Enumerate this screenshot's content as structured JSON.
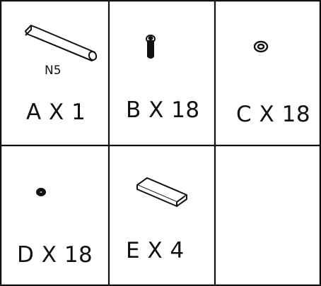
{
  "parts": [
    {
      "id": "A",
      "label": "A X 1",
      "code": "N5",
      "icon": "allen-key-icon"
    },
    {
      "id": "B",
      "label": "B X 18",
      "icon": "bolt-icon"
    },
    {
      "id": "C",
      "label": "C X 18",
      "icon": "washer-icon"
    },
    {
      "id": "D",
      "label": "D X 18",
      "icon": "small-washer-icon"
    },
    {
      "id": "E",
      "label": "E X 4",
      "icon": "wooden-block-icon"
    }
  ]
}
